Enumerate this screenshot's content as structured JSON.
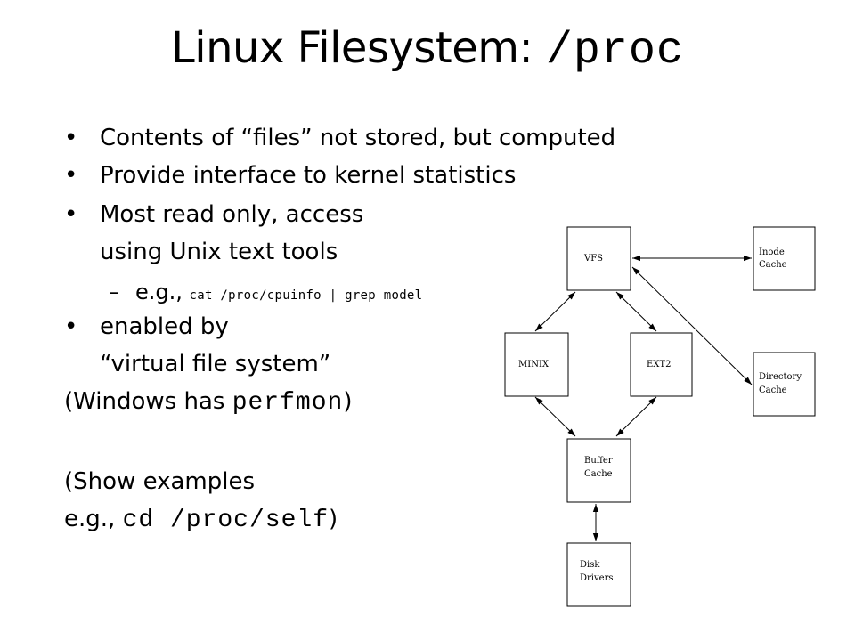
{
  "title": {
    "text": "Linux Filesystem: ",
    "code": "/proc"
  },
  "bullets": [
    {
      "text": "Contents of “files” not stored, but computed"
    },
    {
      "text": "Provide interface to kernel statistics"
    },
    {
      "lines": [
        "Most read only, access",
        "using Unix text tools"
      ],
      "sub": {
        "dash": "–",
        "prefix": "e.g., ",
        "cmd": "cat /proc/cpuinfo  | grep model"
      }
    },
    {
      "lines": [
        "enabled by",
        "“virtual file system”"
      ]
    }
  ],
  "notes": {
    "windows": {
      "before": "(Windows has ",
      "code": "perfmon",
      "after": ")"
    },
    "show": {
      "line1": "(Show examples",
      "prefix": "e.g., ",
      "code": "cd /proc/self",
      "after": ")"
    }
  },
  "diagram": {
    "vfs": "VFS",
    "inode_cache": [
      "Inode",
      "Cache"
    ],
    "directory_cache": [
      "Directory",
      "Cache"
    ],
    "minix": "MINIX",
    "ext2": "EXT2",
    "buffer_cache": [
      "Buffer",
      "Cache"
    ],
    "disk_drivers": [
      "Disk",
      "Drivers"
    ]
  }
}
